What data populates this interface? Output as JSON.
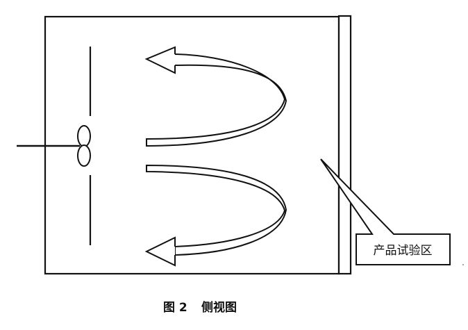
{
  "figure": {
    "caption_number": "图 2",
    "caption_title": "侧视图",
    "callout_label": "产品试验区",
    "colors": {
      "stroke": "#111111",
      "background": "#ffffff"
    },
    "components": [
      {
        "name": "chamber-outline",
        "type": "rectangle"
      },
      {
        "name": "product-test-zone-wall",
        "type": "thin-panel",
        "side": "right"
      },
      {
        "name": "fan-shaft",
        "type": "line"
      },
      {
        "name": "fan-blades",
        "type": "double-oval"
      },
      {
        "name": "baffle-upper",
        "type": "vertical-line"
      },
      {
        "name": "baffle-lower",
        "type": "vertical-line"
      },
      {
        "name": "airflow-arrow-upper",
        "type": "curved-arrow",
        "direction": "left"
      },
      {
        "name": "airflow-arrow-lower",
        "type": "curved-arrow",
        "direction": "left"
      },
      {
        "name": "callout",
        "type": "callout-box",
        "points_to": "product-test-zone-wall"
      }
    ]
  }
}
